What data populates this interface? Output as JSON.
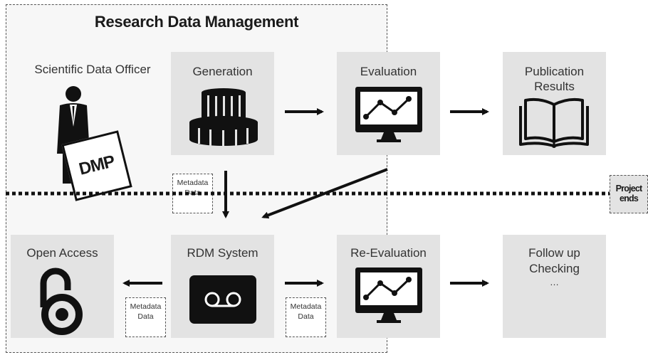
{
  "title": "Research Data Management",
  "officer_label": "Scientific Data Officer",
  "dmp_label": "DMP",
  "boxes": {
    "generation": "Generation",
    "evaluation": "Evaluation",
    "publication_line1": "Publication",
    "publication_line2": "Results",
    "open_access": "Open Access",
    "rdm_system": "RDM System",
    "re_evaluation": "Re-Evaluation",
    "followup_line1": "Follow up",
    "followup_line2": "Checking",
    "followup_line3": "…"
  },
  "metadata": {
    "line1": "Metadata",
    "line2": "Data"
  },
  "project_ends": {
    "line1": "Project",
    "line2": "ends"
  },
  "colors": {
    "box_fill": "#e3e3e3",
    "icon": "#111111",
    "region_fill": "#f7f7f7"
  }
}
